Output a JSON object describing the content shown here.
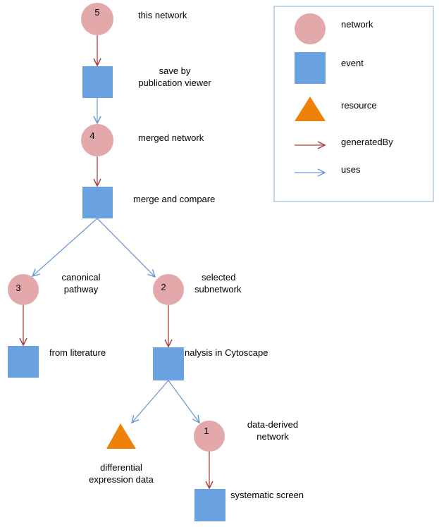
{
  "colors": {
    "network": "#e3a9aa",
    "event": "#6aa1e1",
    "resource": "#ee8208",
    "generatedBy": "#a8403d",
    "uses": "#6d9ad4",
    "legend_border": "#86b2d9"
  },
  "nodes": {
    "n5": {
      "number": "5",
      "label": "this network"
    },
    "e_save": {
      "label_line1": "save by",
      "label_line2": "publication viewer"
    },
    "n4": {
      "number": "4",
      "label": "merged network"
    },
    "e_merge": {
      "label": "merge and compare"
    },
    "n3": {
      "number": "3",
      "label_line1": "canonical",
      "label_line2": "pathway"
    },
    "n2": {
      "number": "2",
      "label_line1": "selected",
      "label_line2": "subnetwork"
    },
    "e_lit": {
      "label": "from literature"
    },
    "e_cyto": {
      "label": "nalysis in Cytoscape"
    },
    "r_diff": {
      "label_line1": "differential",
      "label_line2": "expression data"
    },
    "n1": {
      "number": "1",
      "label_line1": "data-derived",
      "label_line2": "network"
    },
    "e_screen": {
      "label": "systematic screen"
    }
  },
  "legend": {
    "network": "network",
    "event": "event",
    "resource": "resource",
    "generatedBy": "generatedBy",
    "uses": "uses"
  }
}
